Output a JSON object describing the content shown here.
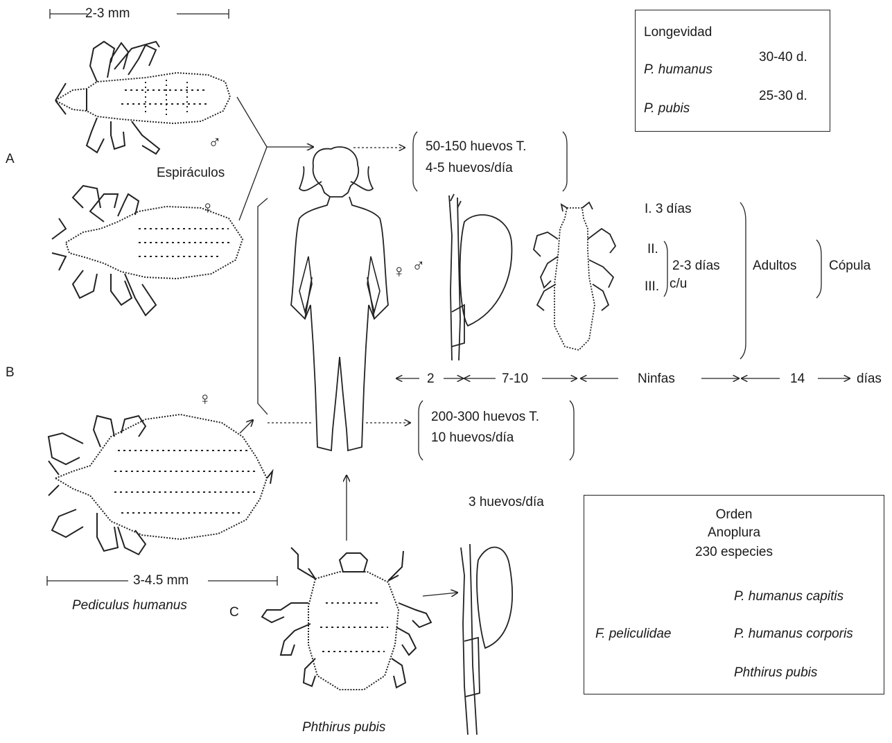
{
  "labels": {
    "A": "A",
    "B": "B",
    "C": "C",
    "scale_top": "2-3 mm",
    "scale_bottom": "3-4.5 mm",
    "espiraculos": "Espiráculos",
    "pediculus": "Pediculus humanus",
    "phthirus": "Phthirus pubis",
    "male": "♂",
    "female": "♀",
    "female2": "♀",
    "pair_female": "♀",
    "pair_male": "♂"
  },
  "eggs": {
    "top_line1": "50-150 huevos T.",
    "top_line2": "4-5 huevos/día",
    "bottom_line1": "200-300 huevos T.",
    "bottom_line2": "10 huevos/día",
    "pubis": "3 huevos/día"
  },
  "stages": {
    "I": "I. 3 días",
    "II": "II.",
    "III": "III.",
    "II_III_days": "2-3 días",
    "cu": "c/u",
    "adultos": "Adultos",
    "copula": "Cópula"
  },
  "timeline": {
    "d2": "2",
    "d7_10": "7-10",
    "ninfas": "Ninfas",
    "d14": "14",
    "dias": "días"
  },
  "longevity": {
    "title": "Longevidad",
    "species1": "P. humanus",
    "species2": "P. pubis",
    "value1": "30-40 d.",
    "value2": "25-30 d."
  },
  "taxonomy": {
    "line1": "Orden",
    "line2": "Anoplura",
    "line3": "230 especies",
    "family": "F. peliculidae",
    "sp1": "P. humanus capitis",
    "sp2": "P. humanus corporis",
    "sp3": "Phthirus pubis"
  }
}
